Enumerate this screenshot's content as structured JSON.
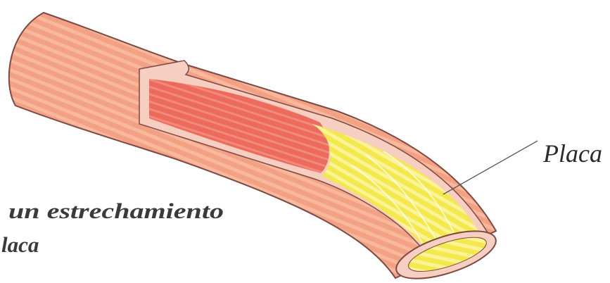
{
  "labels": {
    "plaque": "Placa",
    "caption_line1": "un estrechamiento",
    "caption_line2": "laca"
  },
  "colors": {
    "tube": "#f3a184",
    "tube_stripe": "#f7b89c",
    "wall": "#f7cfc0",
    "lumen": "#ec6b5e",
    "lumen_stripe": "#f28a79",
    "plaque": "#f3e84c",
    "plaque_stripe": "#faf497",
    "outline": "#7b4a44",
    "leader": "#555555"
  }
}
